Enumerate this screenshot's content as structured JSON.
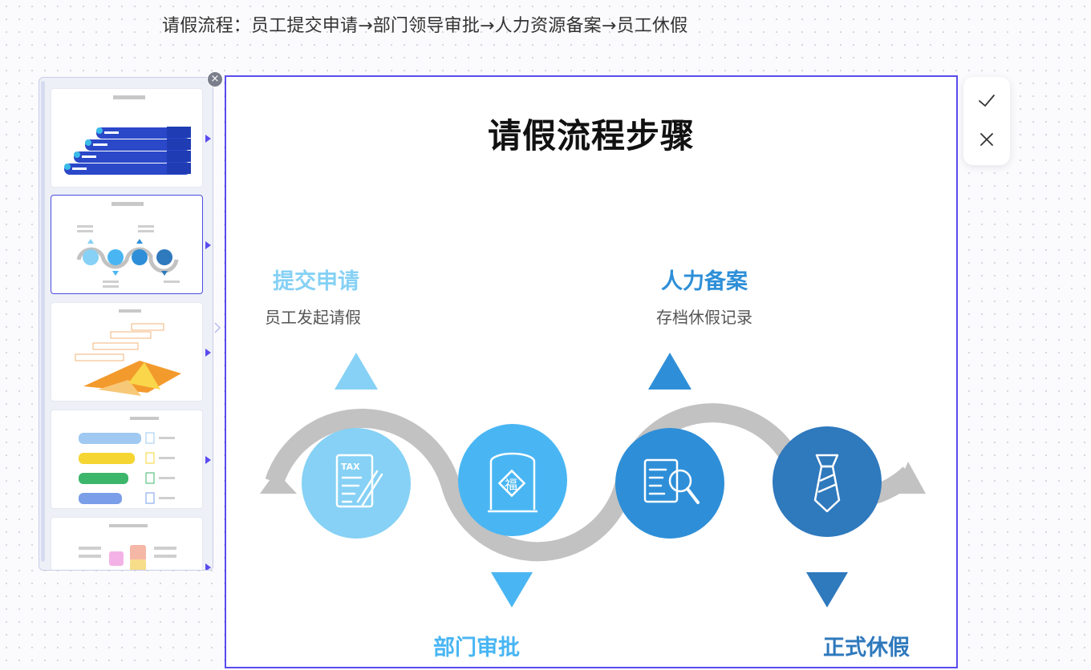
{
  "prompt": {
    "text": "请假流程：员工提交申请→部门领导审批→人力资源备案→员工休假"
  },
  "slide": {
    "title": "请假流程步骤",
    "steps": [
      {
        "title": "提交申请",
        "desc": "员工发起请假",
        "color": "#86d1f5",
        "icon": "tax-form-icon"
      },
      {
        "title": "部门审批",
        "desc": "",
        "color": "#49b6f3",
        "icon": "fu-door-icon"
      },
      {
        "title": "人力备案",
        "desc": "存档休假记录",
        "color": "#2e8fd8",
        "icon": "document-search-icon"
      },
      {
        "title": "正式休假",
        "desc": "",
        "color": "#2f79bd",
        "icon": "necktie-icon"
      }
    ]
  },
  "thumbnails": {
    "count": 5,
    "selected_index": 1
  },
  "toolbar": {
    "confirm": "check-icon",
    "cancel": "close-icon"
  },
  "colors": {
    "accent": "#5a4cf0",
    "light_blue": "#86d1f5",
    "sky_blue": "#49b6f3",
    "mid_blue": "#2e8fd8",
    "deep_blue": "#2f79bd",
    "path_gray": "#c2c2c2"
  }
}
